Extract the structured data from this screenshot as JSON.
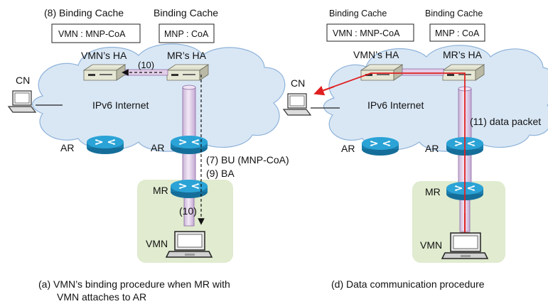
{
  "left": {
    "cache1_title": "(8) Binding Cache",
    "cache2_title": "Binding Cache",
    "cache1_entry": "VMN : MNP-CoA",
    "cache2_entry": "MNP : CoA",
    "vmn_ha": "VMN’s HA",
    "mr_ha": "MR’s HA",
    "tunnel_step": "(10)",
    "cn": "CN",
    "internet": "IPv6 Internet",
    "ar1": "AR",
    "ar2": "AR",
    "bu": "(7) BU (MNP-CoA)",
    "ba": "(9) BA",
    "mr": "MR",
    "inner_step": "(10)",
    "vmn": "VMN",
    "caption_line1": "(a) VMN’s binding procedure when MR with",
    "caption_line2": "VMN attaches to AR"
  },
  "right": {
    "cache1_title": "Binding Cache",
    "cache2_title": "Binding Cache",
    "cache1_entry": "VMN : MNP-CoA",
    "cache2_entry": "MNP : CoA",
    "vmn_ha": "VMN’s HA",
    "mr_ha": "MR’s HA",
    "cn": "CN",
    "internet": "IPv6 Internet",
    "ar1": "AR",
    "ar2": "AR",
    "data_packet": "(11) data packet",
    "mr": "MR",
    "vmn": "VMN",
    "caption": "(d) Data communication procedure"
  },
  "colors": {
    "cloud_fill": "#d9e7f5",
    "cloud_stroke": "#8fb3d9",
    "zone_fill": "#e0ebcf",
    "tunnel_fill": "#e3cfe8",
    "router_fill": "#1f8fc4",
    "data_arrow": "#e02020"
  },
  "icons": [
    "ha-router-icon",
    "router-icon",
    "computer-icon",
    "laptop-icon"
  ]
}
